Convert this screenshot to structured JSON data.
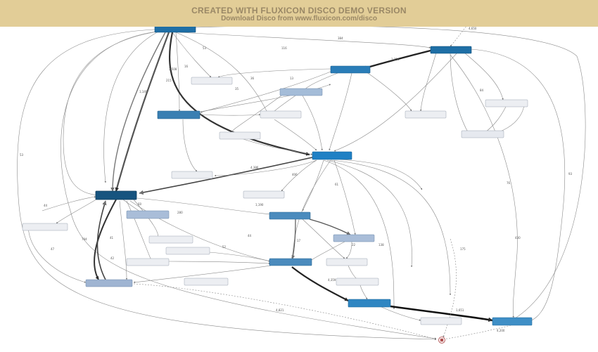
{
  "banner": {
    "title": "CREATED WITH FLUXICON DISCO DEMO VERSION",
    "subtitle": "Download Disco from www.fluxicon.com/disco"
  },
  "colors": {
    "banner": "#e2cd97",
    "node_dark": "#1f6fa6",
    "node_mid": "#4a8fc0",
    "node_light": "#a9bfd9",
    "node_pale": "#e9ecf1",
    "edge": "#7a7a7a",
    "start_marker": "#7aa36a",
    "end_marker": "#b05050"
  },
  "icons": {
    "start": "start-marker-icon",
    "end": "end-marker-icon"
  },
  "edge_labels": [
    "4,650",
    "384",
    "1,356",
    "215",
    "53",
    "116",
    "3,508",
    "1,140",
    "4,386",
    "406",
    "1,190",
    "280",
    "60",
    "794",
    "41",
    "4,359",
    "1,651",
    "175",
    "430",
    "93",
    "76",
    "84",
    "4,200",
    "4,821",
    "53",
    "44",
    "47",
    "13",
    "36",
    "22",
    "138",
    "17",
    "16",
    "35",
    "44",
    "52",
    "61",
    "42"
  ]
}
